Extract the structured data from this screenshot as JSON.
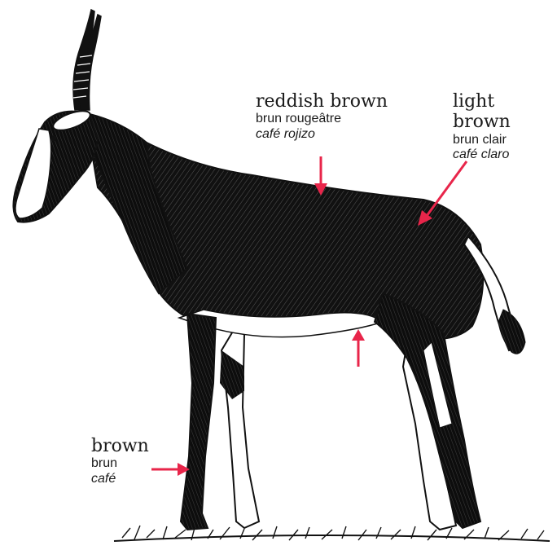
{
  "labels": {
    "reddish_brown": {
      "en": "reddish brown",
      "fr": "brun rougeâtre",
      "es": "café rojizo"
    },
    "light_brown": {
      "en": "light brown",
      "fr": "brun clair",
      "es": "café claro"
    },
    "brown": {
      "en": "brown",
      "fr": "brun",
      "es": "café"
    }
  },
  "colors": {
    "arrow": "#e8254a",
    "ink": "#111111",
    "background": "#ffffff"
  }
}
